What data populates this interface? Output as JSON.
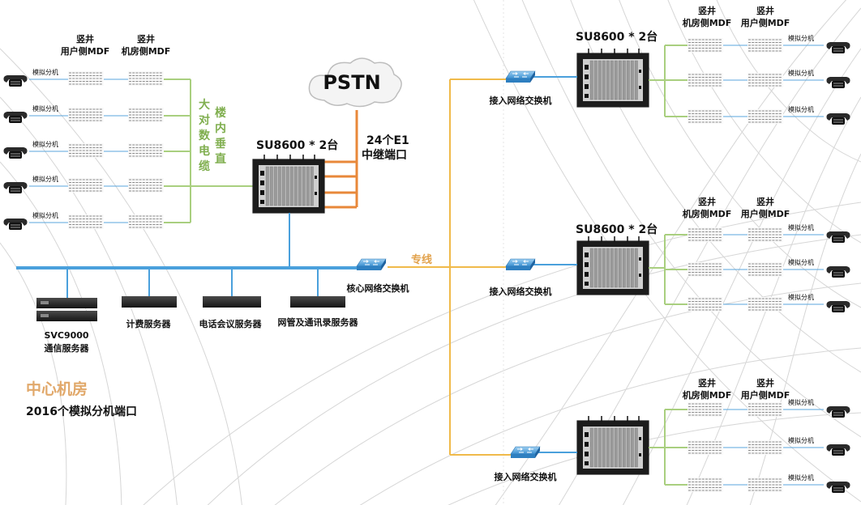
{
  "pstn_label": "PSTN",
  "center": {
    "su_label": "SU8600 * 2台",
    "e1_line1": "24个E1",
    "e1_line2": "中继端口",
    "mdf_user_col": [
      "竖井",
      "用户侧MDF"
    ],
    "mdf_room_col": [
      "竖井",
      "机房侧MDF"
    ],
    "cable_left": "大对数电缆",
    "cable_right": "楼内垂直",
    "phone_label": "模拟分机",
    "core_switch": "核心网络交换机",
    "dedicated_line": "专线",
    "room_title": "中心机房",
    "room_ports": "2016个模拟分机端口"
  },
  "servers": [
    {
      "label_lines": [
        "SVC9000",
        "通信服务器"
      ]
    },
    {
      "label_lines": [
        "计费服务器"
      ]
    },
    {
      "label_lines": [
        "电话会议服务器"
      ]
    },
    {
      "label_lines": [
        "网管及通讯录服务器"
      ]
    }
  ],
  "branches": [
    {
      "su_label": "SU8600 * 2台",
      "mdf_room": [
        "竖井",
        "机房侧MDF"
      ],
      "mdf_user": [
        "竖井",
        "用户侧MDF"
      ],
      "switch": "接入网络交换机",
      "phone_label": "模拟分机"
    },
    {
      "su_label": "SU8600 * 2台",
      "mdf_room": [
        "竖井",
        "机房侧MDF"
      ],
      "mdf_user": [
        "竖井",
        "用户侧MDF"
      ],
      "switch": "接入网络交换机",
      "phone_label": "模拟分机"
    },
    {
      "su_label": "",
      "mdf_room": [
        "竖井",
        "机房侧MDF"
      ],
      "mdf_user": [
        "竖井",
        "用户侧MDF"
      ],
      "switch": "接入网络交换机",
      "phone_label": "模拟分机"
    }
  ],
  "colors": {
    "orange": "#f0ba4a",
    "green": "#a9cf7f",
    "blue": "#5aa6dc",
    "cable_text": "#7fae4e",
    "room_title": "#e1a86a"
  }
}
